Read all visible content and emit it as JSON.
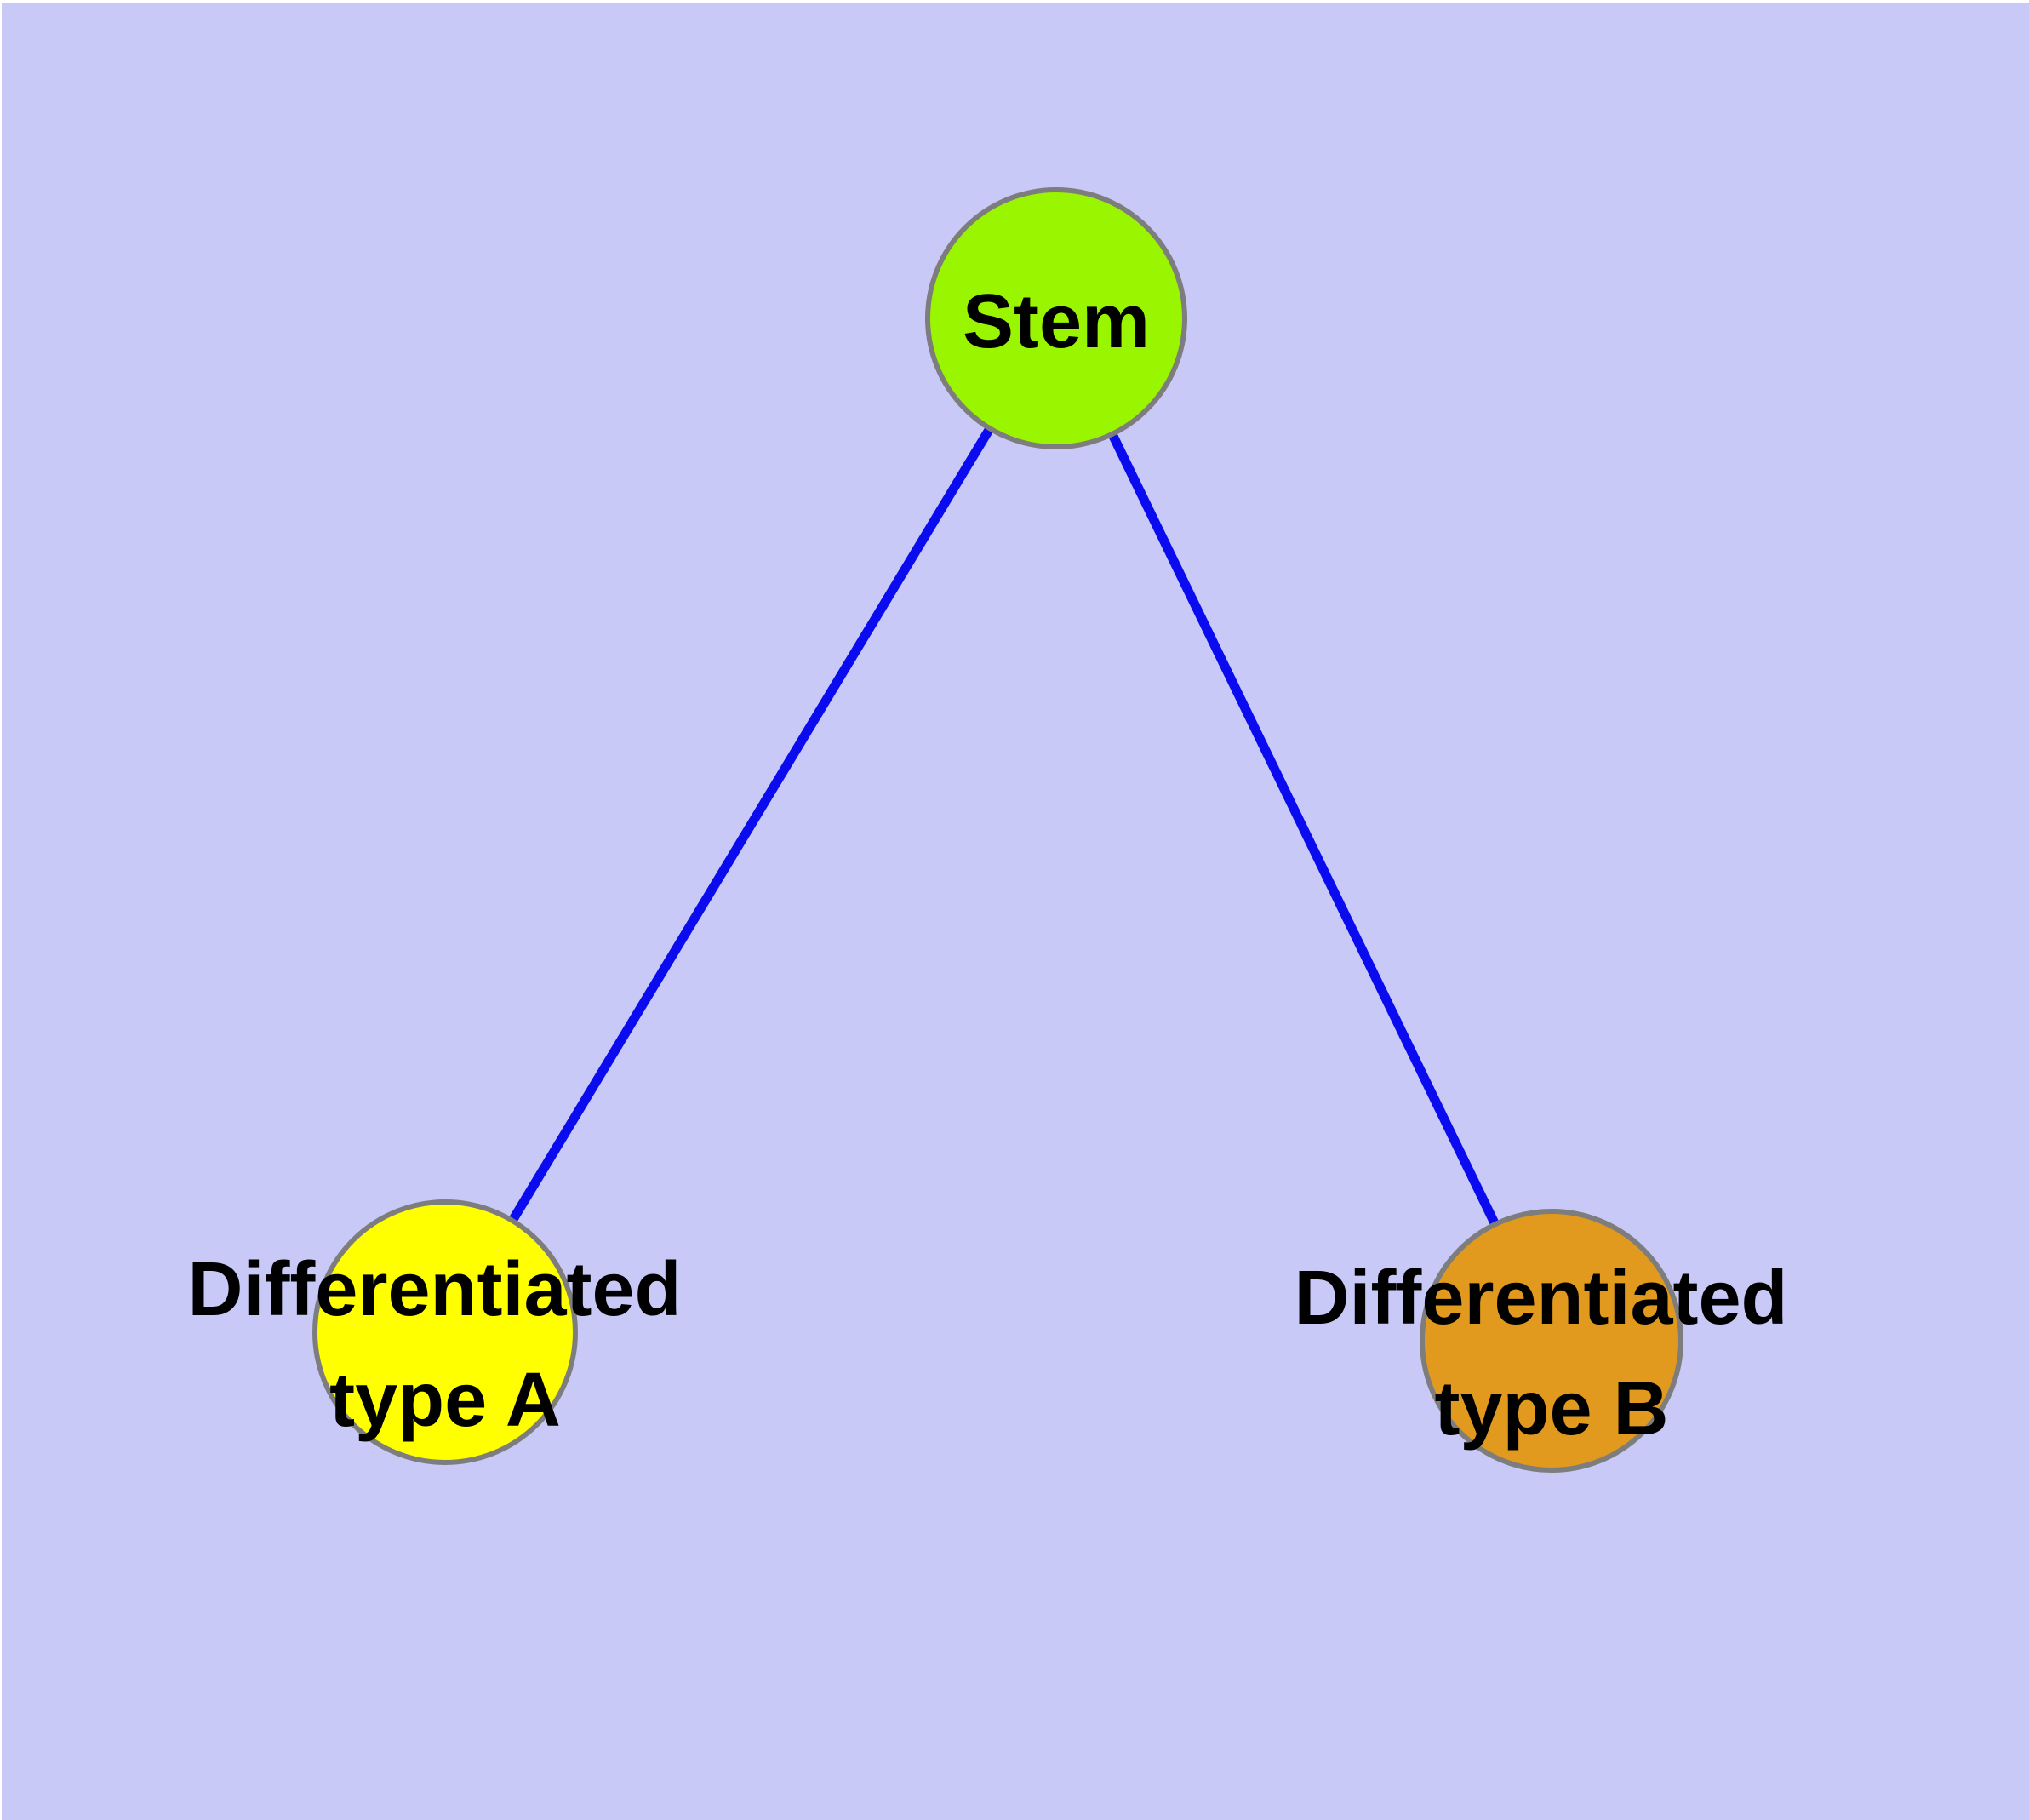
{
  "diagram": {
    "type": "node-link-graph",
    "background_color": "#C9C9F8",
    "page_margin_color": "#FFFFFF",
    "edge_color": "#0B0BF0",
    "node_border_color": "#7D7D7D",
    "label_color": "#000000",
    "nodes": [
      {
        "id": "stem",
        "label": "Stem",
        "color": "#9AF500"
      },
      {
        "id": "differentiated-type-a",
        "label": "Differentiated type A",
        "label_lines": [
          "Differentiated",
          "type A"
        ],
        "color": "#FFFF00"
      },
      {
        "id": "differentiated-type-b",
        "label": "Differentiated type B",
        "label_lines": [
          "Differentiated",
          "type B"
        ],
        "color": "#E29A1E"
      }
    ],
    "edges": [
      {
        "from": "Stem",
        "to": "Differentiated type A"
      },
      {
        "from": "Stem",
        "to": "Differentiated type B"
      }
    ]
  }
}
